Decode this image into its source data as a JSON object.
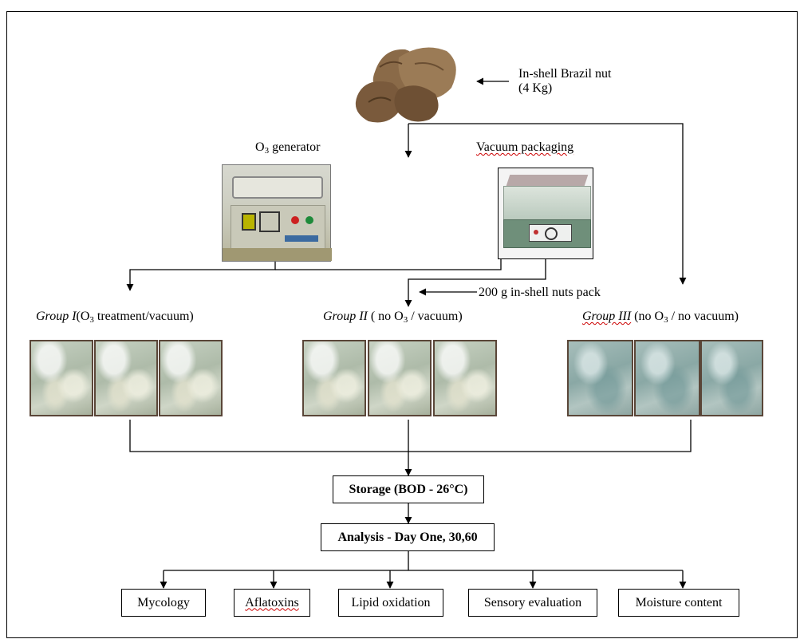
{
  "source": {
    "label_line1": "In-shell Brazil nut",
    "label_line2": "(4 Kg)"
  },
  "equipment": {
    "ozone_generator": {
      "prefix": "O",
      "sub": "3",
      "suffix": " generator"
    },
    "vacuum_packaging": "Vacuum packaging"
  },
  "pack_note": "200 g in-shell nuts pack",
  "groups": [
    {
      "name": "Group I",
      "pre": "(O",
      "sub": "3",
      "post": " treatment/vacuum)"
    },
    {
      "name": "Group II",
      "pre": " ( no O",
      "sub": "3",
      "post": " / vacuum)"
    },
    {
      "name": "Group III",
      "pre": " (no O",
      "sub": "3",
      "post": " / no vacuum)"
    }
  ],
  "storage": "Storage (BOD - 26°C)",
  "analysis": "Analysis - Day One, 30,60",
  "analyses": [
    "Mycology",
    "Aflatoxins",
    "Lipid oxidation",
    "Sensory evaluation",
    "Moisture content"
  ],
  "colors": {
    "line": "#000000",
    "nut": "#7a5a3c",
    "bag_border": "#5a4638"
  }
}
